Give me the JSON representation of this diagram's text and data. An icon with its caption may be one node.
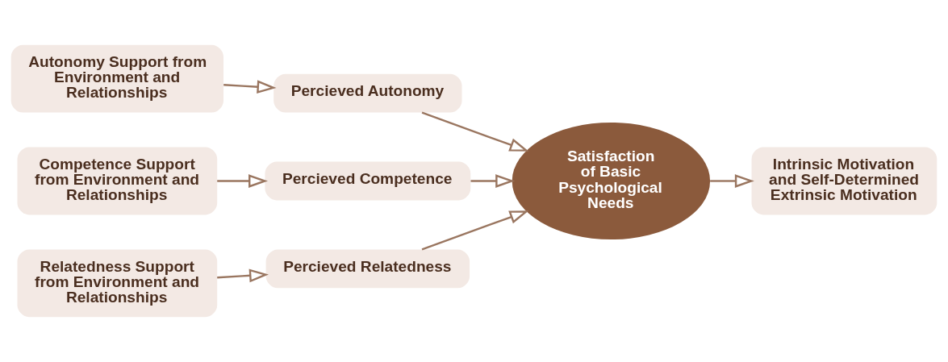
{
  "diagram": {
    "nodes": [
      {
        "text": [
          "Autonomy Support from Environment and Relationships"
        ]
      },
      {
        "text": [
          "Percieved Autonomy"
        ]
      },
      {
        "text": [
          "Competence Support from Environment and Relationships"
        ]
      },
      {
        "text": [
          "Percieved Competence"
        ]
      },
      {
        "text": [
          "Satisfaction of Basic Psychological Needs"
        ]
      },
      {
        "text": [
          "Intrinsic Motivation and Self-Determined Extrinsic Motivation"
        ]
      },
      {
        "text": [
          "Relatedness Support from Environment and Relationships"
        ]
      },
      {
        "text": [
          "Percieved Relatedness"
        ]
      }
    ],
    "edges": [
      {
        "from": 0,
        "to": 1,
        "arrow": "to"
      },
      {
        "from": 1,
        "to": 4,
        "arrow": "to"
      },
      {
        "from": 2,
        "to": 3,
        "arrow": "to"
      },
      {
        "from": 3,
        "to": 4,
        "arrow": "to"
      },
      {
        "from": 6,
        "to": 7,
        "arrow": "to"
      },
      {
        "from": 7,
        "to": 4,
        "arrow": "to"
      },
      {
        "from": 4,
        "to": 5,
        "arrow": "to"
      }
    ]
  }
}
